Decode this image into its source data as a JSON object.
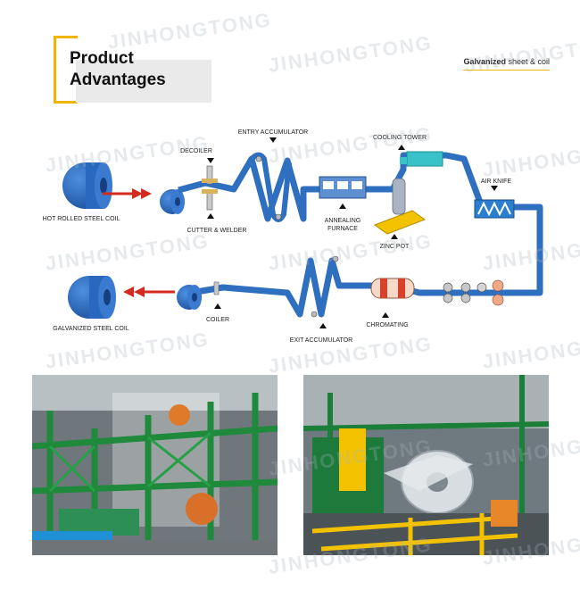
{
  "header": {
    "title_line1": "Product",
    "title_line2": "Advantages",
    "tag_bold": "Galvanized",
    "tag_rest": " sheet & coil"
  },
  "watermark": "JINHONGTONG",
  "diagram": {
    "labels": {
      "hot_rolled": "HOT ROLLED STEEL COIL",
      "decoiler": "DECOILER",
      "cutter_welder": "CUTTER & WELDER",
      "entry_accumulator": "ENTRY ACCUMULATOR",
      "annealing_furnace_1": "ANNEALING",
      "annealing_furnace_2": "FURNACE",
      "cooling_tower": "COOLING TOWER",
      "zinc_pot": "ZINC POT",
      "air_knife": "AIR KNIFE",
      "galvanized_coil": "GALVANIZED STEEL COIL",
      "coiler": "COILER",
      "exit_accumulator": "EXIT ACCUMULATOR",
      "chromating": "CHROMATING"
    }
  },
  "colors": {
    "strip_blue": "#2f6fc0",
    "coil_blue": "#1f5fb8",
    "arrow_red": "#d42a1e",
    "accent_yellow": "#f2b400",
    "tower_teal": "#39c3c9"
  }
}
